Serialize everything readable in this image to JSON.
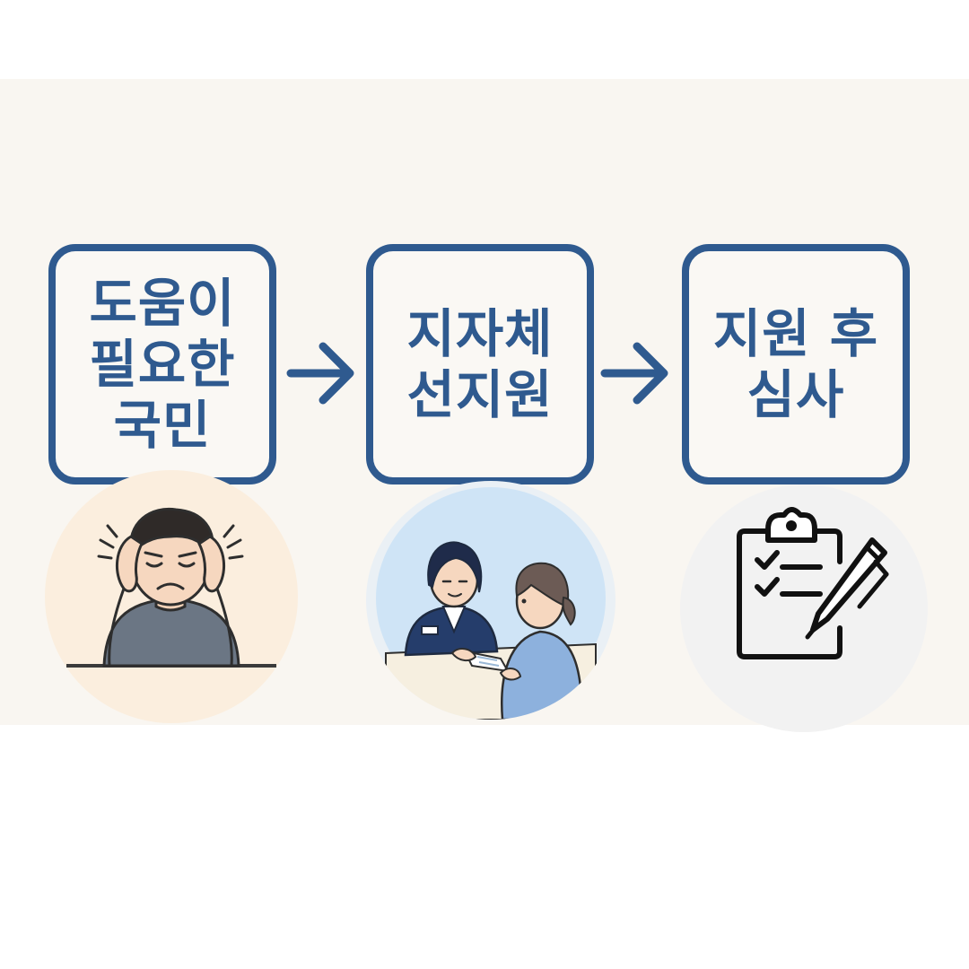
{
  "steps": [
    {
      "lines": [
        "도움이",
        "필요한",
        "국민"
      ],
      "icon": "stressed-person-icon"
    },
    {
      "lines": [
        "지자체",
        "선지원"
      ],
      "icon": "consultation-icon"
    },
    {
      "lines": [
        "지원 후",
        "심사"
      ],
      "icon": "checklist-clipboard-icon"
    }
  ],
  "colors": {
    "accent": "#2f5a8f",
    "panel_background": "#f9f6f1",
    "circle_1": "#fbeede",
    "circle_2": "#cfe4f6",
    "circle_3": "#f2f2f2"
  }
}
